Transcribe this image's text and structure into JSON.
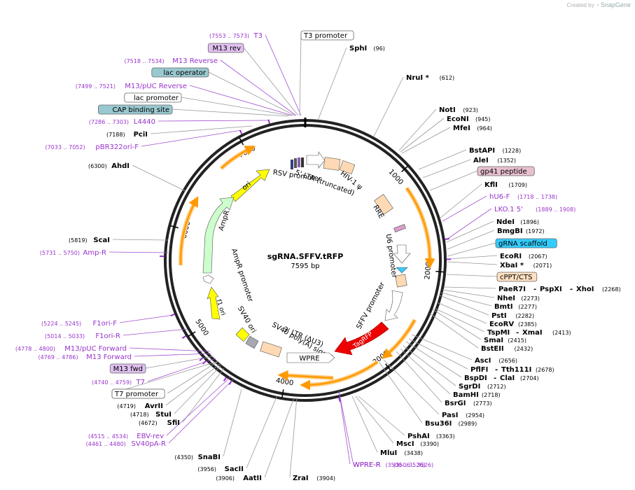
{
  "credit": {
    "prefix": "Created by",
    "brand": "SnapGene"
  },
  "plasmid": {
    "name": "sgRNA.SFFV.tRFP",
    "length_label": "7595 bp",
    "length": 7595
  },
  "scale_ticks": [
    {
      "pos": 1000,
      "label": "1000"
    },
    {
      "pos": 2000,
      "label": "2000"
    },
    {
      "pos": 3000,
      "label": "3000"
    },
    {
      "pos": 4000,
      "label": "4000"
    },
    {
      "pos": 5000,
      "label": "5000"
    },
    {
      "pos": 6000,
      "label": "6000"
    },
    {
      "pos": 7000,
      "label": "7000"
    }
  ],
  "colors": {
    "enzyme": "#000000",
    "primer": "#9933cc",
    "ori": "#ffff00",
    "ampr": "#ccffcc",
    "tagrfp": "#ee0000",
    "ltr": "#ffd9b3",
    "orf_arrow": "#ff9900",
    "cppt": "#ffe0c0",
    "gp41": "#e8c0d0",
    "grna": "#33ccff",
    "lacop": "#99c8d0",
    "m13": "#e0c0f0"
  },
  "labels": [
    {
      "name": "T3",
      "range": "(7553 .. 7573)",
      "kind": "primer"
    },
    {
      "name": "T3 promoter",
      "kind": "box-white"
    },
    {
      "name": "M13 rev",
      "kind": "box-purple"
    },
    {
      "name": "SphI",
      "site": "(96)",
      "kind": "enzyme"
    },
    {
      "name": "M13 Reverse",
      "range": "(7518 .. 7534)",
      "kind": "primer"
    },
    {
      "name": "lac operator",
      "kind": "box-teal"
    },
    {
      "name": "NruI *",
      "site": "(612)",
      "kind": "enzyme"
    },
    {
      "name": "M13/pUC Reverse",
      "range": "(7499 .. 7521)",
      "kind": "primer"
    },
    {
      "name": "lac promoter",
      "kind": "box-white"
    },
    {
      "name": "CAP binding site",
      "kind": "box-teal"
    },
    {
      "name": "NotI",
      "site": "(923)",
      "kind": "enzyme"
    },
    {
      "name": "EcoNI",
      "site": "(945)",
      "kind": "enzyme"
    },
    {
      "name": "L4440",
      "range": "(7286 .. 7303)",
      "kind": "primer"
    },
    {
      "name": "MfeI",
      "site": "(964)",
      "kind": "enzyme"
    },
    {
      "name": "PciI",
      "site": "(7188)",
      "kind": "enzyme-left"
    },
    {
      "name": "pBR322ori-F",
      "range": "(7033 .. 7052)",
      "kind": "primer"
    },
    {
      "name": "BstAPI",
      "site": "(1228)",
      "kind": "enzyme"
    },
    {
      "name": "AleI",
      "site": "(1352)",
      "kind": "enzyme"
    },
    {
      "name": "AhdI",
      "site": "(6300)",
      "kind": "enzyme-left"
    },
    {
      "name": "gp41 peptide",
      "kind": "box-pink"
    },
    {
      "name": "KflI",
      "site": "(1709)",
      "kind": "enzyme"
    },
    {
      "name": "hU6-F",
      "range": "(1718 .. 1738)",
      "kind": "primer-right"
    },
    {
      "name": "LKO.1 5'",
      "range": "(1889 .. 1908)",
      "kind": "primer-right"
    },
    {
      "name": "NdeI",
      "site": "(1896)",
      "kind": "enzyme"
    },
    {
      "name": "BmgBI",
      "site": "(1972)",
      "kind": "enzyme"
    },
    {
      "name": "ScaI",
      "site": "(5819)",
      "kind": "enzyme-left"
    },
    {
      "name": "gRNA scaffold",
      "kind": "box-cyan"
    },
    {
      "name": "Amp-R",
      "range": "(5731 .. 5750)",
      "kind": "primer"
    },
    {
      "name": "EcoRI",
      "site": "(2067)",
      "kind": "enzyme"
    },
    {
      "name": "XbaI *",
      "site": "(2071)",
      "kind": "enzyme"
    },
    {
      "name": "cPPT/CTS",
      "kind": "box-peach"
    },
    {
      "name": "PaeR7I",
      "site": "",
      "kind": "enzyme"
    },
    {
      "name": "NheI",
      "site": "(2273)",
      "kind": "enzyme"
    },
    {
      "name": "BmtI",
      "site": "(2277)",
      "kind": "enzyme"
    },
    {
      "name": "PstI",
      "site": "(2282)",
      "kind": "enzyme"
    },
    {
      "name": "EcoRV",
      "site": "(2385)",
      "kind": "enzyme"
    },
    {
      "name": "F1ori-F",
      "range": "(5224 .. 5245)",
      "kind": "primer"
    },
    {
      "name": "F1ori-R",
      "range": "(5014 .. 5033)",
      "kind": "primer"
    },
    {
      "name": "SmaI",
      "site": "(2415)",
      "kind": "enzyme"
    },
    {
      "name": "BstEII",
      "site": "(2432)",
      "kind": "enzyme"
    },
    {
      "name": "M13/pUC Forward",
      "range": "(4778 .. 4800)",
      "kind": "primer"
    },
    {
      "name": "M13 Forward",
      "range": "(4769 .. 4786)",
      "kind": "primer"
    },
    {
      "name": "AscI",
      "site": "(2656)",
      "kind": "enzyme"
    },
    {
      "name": "M13 fwd",
      "kind": "box-purple"
    },
    {
      "name": "BspDI",
      "site": "(2704)",
      "kind": "enzyme"
    },
    {
      "name": "T7",
      "range": "(4740 .. 4759)",
      "kind": "primer"
    },
    {
      "name": "SgrDI",
      "site": "(2712)",
      "kind": "enzyme"
    },
    {
      "name": "BamHI",
      "site": "(2718)",
      "kind": "enzyme"
    },
    {
      "name": "T7 promoter",
      "kind": "box-white"
    },
    {
      "name": "BsrGI",
      "site": "(2773)",
      "kind": "enzyme"
    },
    {
      "name": "AvrII",
      "site": "(4719)",
      "kind": "enzyme-left"
    },
    {
      "name": "StuI",
      "site": "(4718)",
      "kind": "enzyme-left"
    },
    {
      "name": "PasI",
      "site": "(2954)",
      "kind": "enzyme"
    },
    {
      "name": "SfiI",
      "site": "(4672)",
      "kind": "enzyme-left"
    },
    {
      "name": "Bsu36I",
      "site": "(2989)",
      "kind": "enzyme"
    },
    {
      "name": "EBV-rev",
      "range": "(4515 .. 4534)",
      "kind": "primer"
    },
    {
      "name": "PshAI",
      "site": "(3363)",
      "kind": "enzyme"
    },
    {
      "name": "SV40pA-R",
      "range": "(4461 .. 4480)",
      "kind": "primer"
    },
    {
      "name": "MscI",
      "site": "(3390)",
      "kind": "enzyme"
    },
    {
      "name": "MluI",
      "site": "(3438)",
      "kind": "enzyme"
    },
    {
      "name": "SnaBI",
      "site": "(4350)",
      "kind": "enzyme-left"
    },
    {
      "name": "WPRE-R",
      "range": "(3506 .. 3526)",
      "kind": "primer-right"
    },
    {
      "name": "SacII",
      "site": "(3956)",
      "kind": "enzyme-left"
    },
    {
      "name": "AatII",
      "site": "(3906)",
      "kind": "enzyme-left"
    },
    {
      "name": "ZraI",
      "site": "(3904)",
      "kind": "enzyme"
    }
  ],
  "compound_labels": {
    "paer7i_line": {
      "a": "PaeR7I",
      "b": "PspXI",
      "c": "XhoI",
      "site": "(2268)"
    },
    "tspmi_line": {
      "a": "TspMI",
      "b": "XmaI",
      "site": "(2413)"
    },
    "pflfi_line": {
      "a": "PflFI",
      "b": "Tth111I",
      "site": "(2678)"
    },
    "bspdi_line": {
      "a": "BspDI",
      "b": "ClaI",
      "site": "(2704)"
    }
  },
  "features_inner": [
    {
      "name": "RSV promoter"
    },
    {
      "name": "5' LTR (truncated)"
    },
    {
      "name": "HIV-1 ψ"
    },
    {
      "name": "RRE"
    },
    {
      "name": "U6 promoter"
    },
    {
      "name": "SFFV promoter"
    },
    {
      "name": "TagRFP"
    },
    {
      "name": "WPRE"
    },
    {
      "name": "3' LTR (ΔU3)"
    },
    {
      "name": "SV40 poly(A) signal"
    },
    {
      "name": "SV40 ori"
    },
    {
      "name": "f1 ori"
    },
    {
      "name": "AmpR promoter"
    },
    {
      "name": "AmpR"
    },
    {
      "name": "ori"
    }
  ]
}
